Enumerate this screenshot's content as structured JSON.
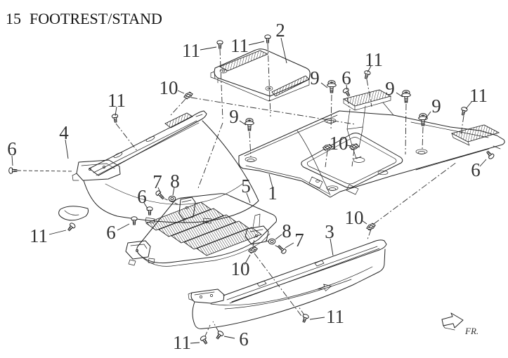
{
  "page": {
    "section_number": "15",
    "section_title": "FOOTREST/STAND"
  },
  "direction_indicator": {
    "label": "FR."
  },
  "callouts": [
    {
      "label": "11"
    },
    {
      "label": "11"
    },
    {
      "label": "2"
    },
    {
      "label": "10"
    },
    {
      "label": "9"
    },
    {
      "label": "6"
    },
    {
      "label": "11"
    },
    {
      "label": "9"
    },
    {
      "label": "9"
    },
    {
      "label": "11"
    },
    {
      "label": "6"
    },
    {
      "label": "9"
    },
    {
      "label": "10"
    },
    {
      "label": "11"
    },
    {
      "label": "4"
    },
    {
      "label": "6"
    },
    {
      "label": "11"
    },
    {
      "label": "7"
    },
    {
      "label": "8"
    },
    {
      "label": "6"
    },
    {
      "label": "6"
    },
    {
      "label": "5"
    },
    {
      "label": "1"
    },
    {
      "label": "8"
    },
    {
      "label": "7"
    },
    {
      "label": "3"
    },
    {
      "label": "10"
    },
    {
      "label": "10"
    },
    {
      "label": "11"
    },
    {
      "label": "6"
    },
    {
      "label": "11"
    }
  ],
  "colors": {
    "line": "#222222",
    "label": "#333333",
    "background": "#ffffff"
  }
}
